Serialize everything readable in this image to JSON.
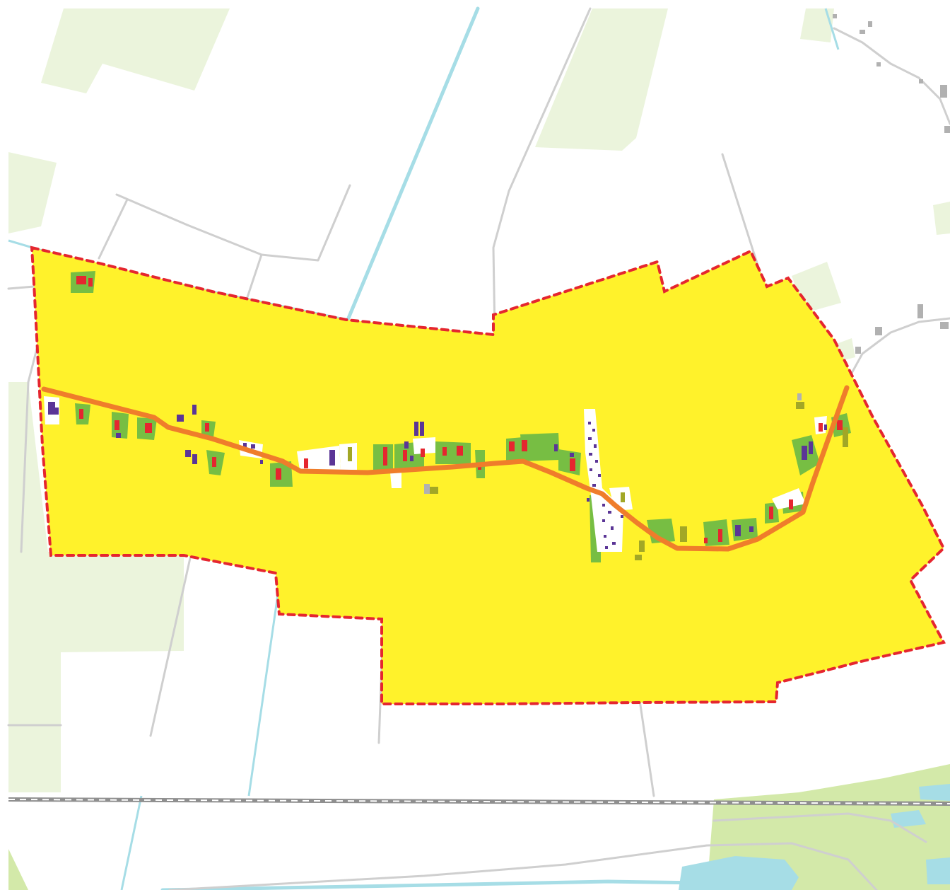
{
  "colors": {
    "study_area_fill": "#fff22b",
    "boundary": "#e5262f",
    "main_road": "#ef7d2b",
    "field_light": "#ebf4dc",
    "field_medium": "#d3e9a9",
    "yard_green": "#77be43",
    "building_residential": "#e5262f",
    "building_purple": "#5b3596",
    "building_olive": "#a2a726",
    "building_grey": "#b1b1b1",
    "water": "#a6dde6",
    "minor_road": "#cfcfcf",
    "railway": "#8f8f8f"
  },
  "map": {
    "layers": [
      "agricultural-fields",
      "water-canals",
      "minor-roads",
      "study-area",
      "farm-yards",
      "buildings",
      "main-road",
      "study-area-boundary",
      "railway"
    ]
  }
}
